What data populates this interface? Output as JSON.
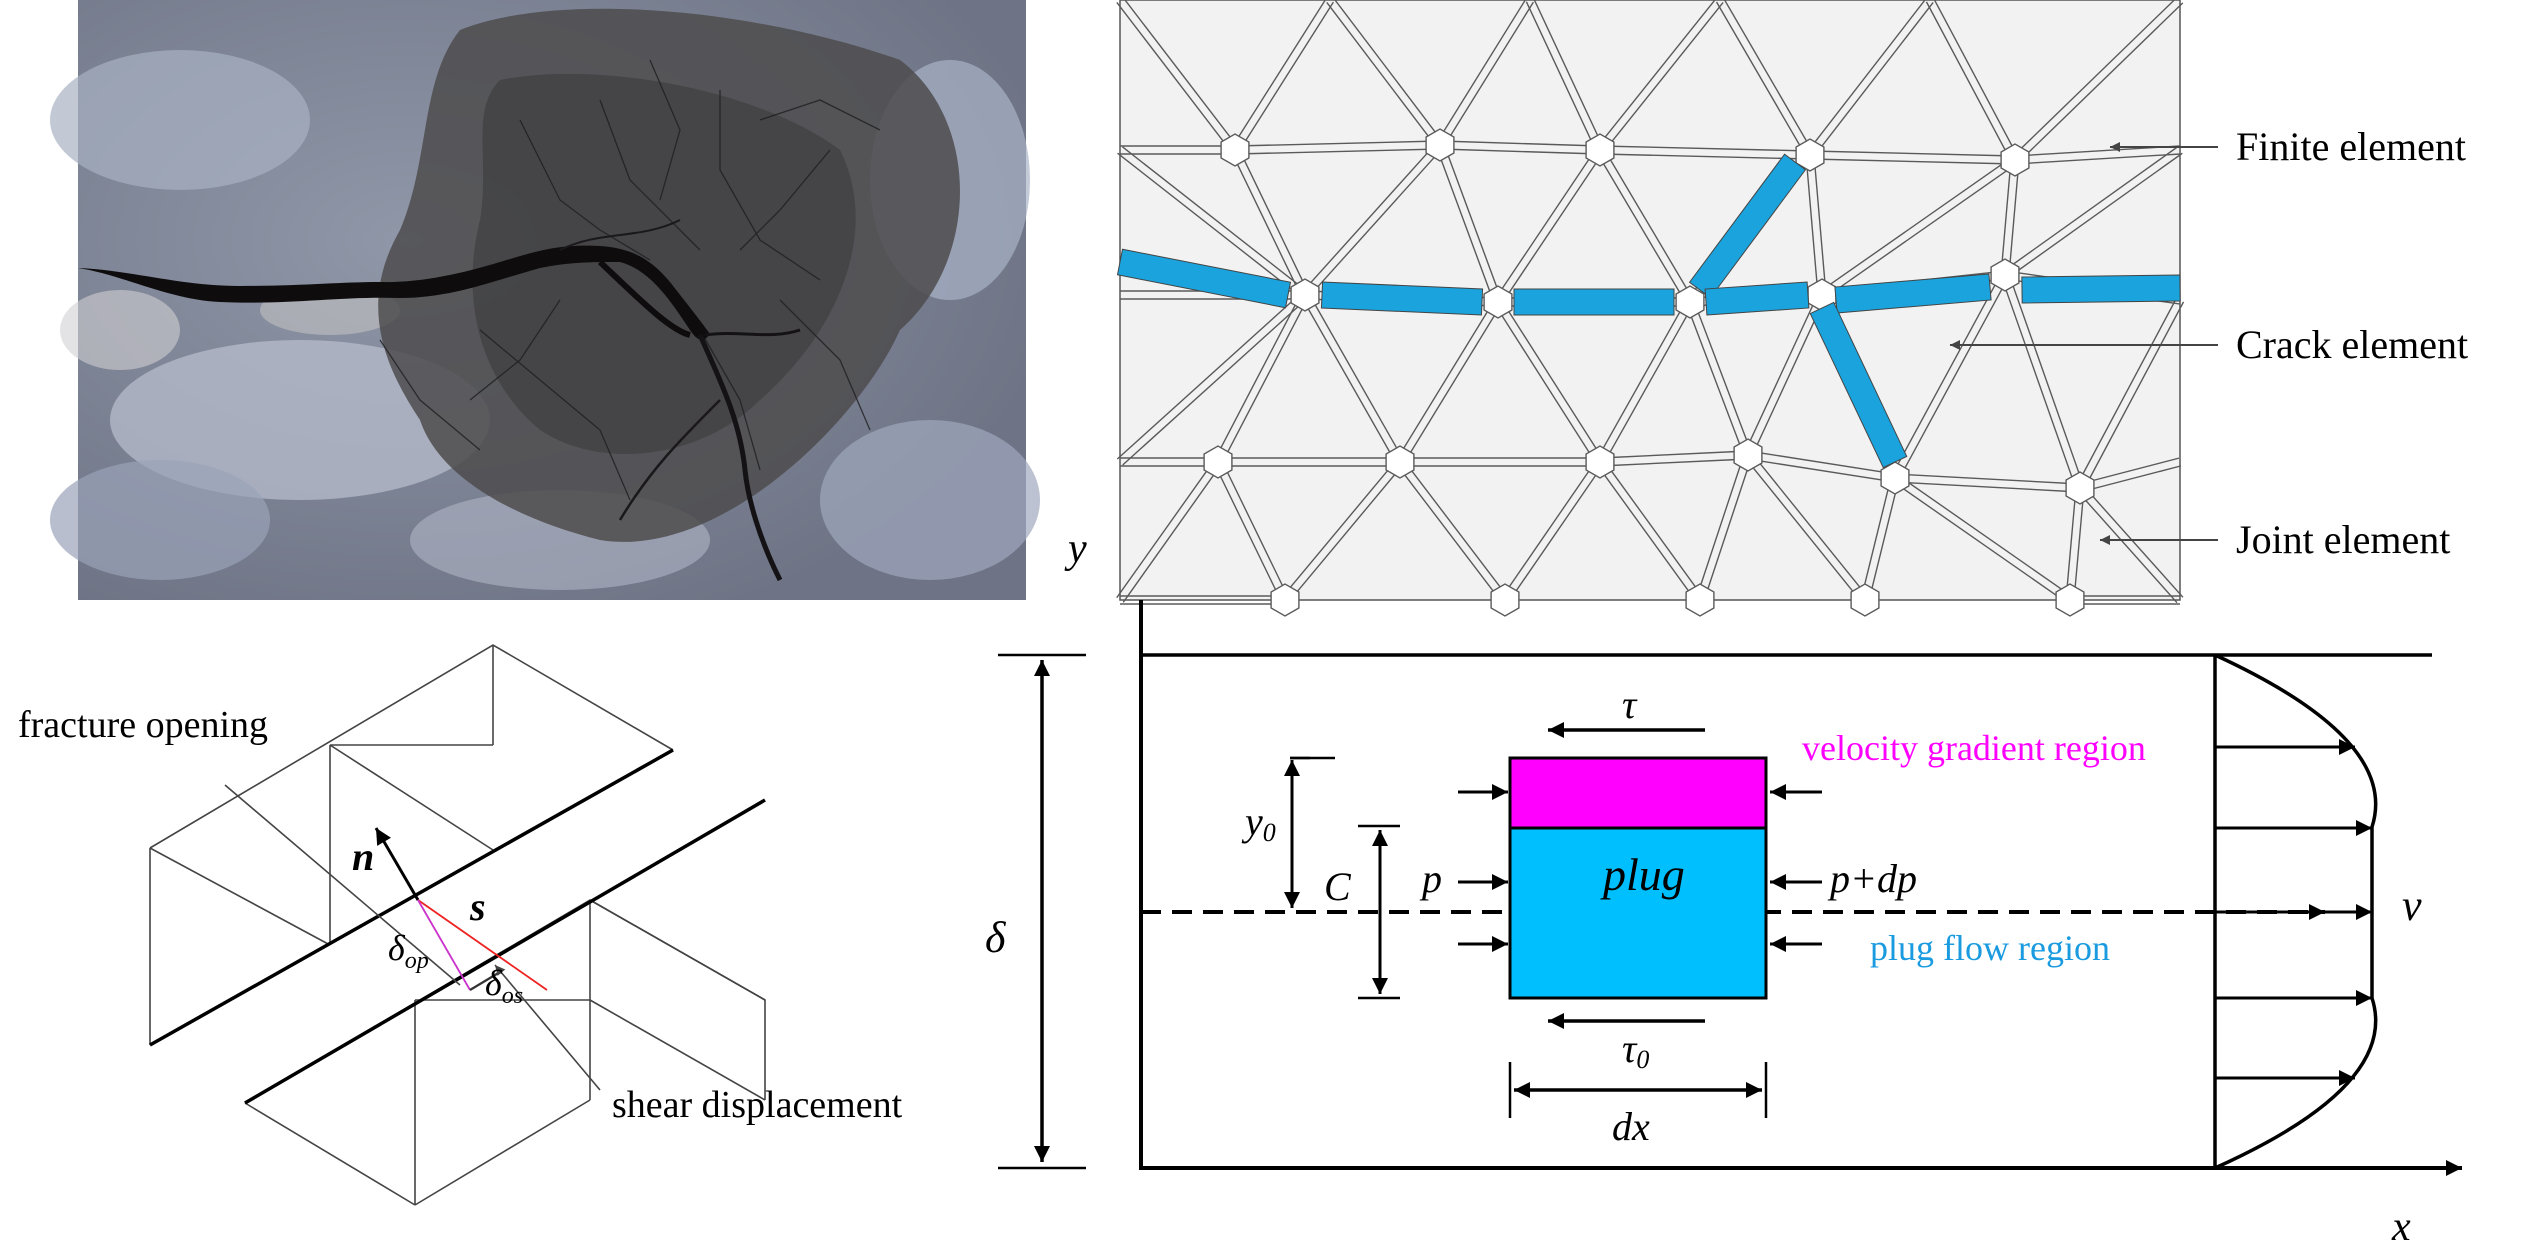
{
  "panel_mesh": {
    "labels": {
      "finite": "Finite element",
      "crack": "Crack element",
      "joint": "Joint element"
    },
    "colors": {
      "crack": "#1aa3dd",
      "element_fill": "#efefef",
      "element_edge": "#555555"
    }
  },
  "panel_fracture": {
    "labels": {
      "opening": "fracture opening",
      "shear": "shear displacement",
      "normal": "n",
      "shear_vec": "s",
      "delta": "δ",
      "op": "op",
      "os": "os"
    },
    "colors": {
      "opening_line": "#cc33cc",
      "shear_line": "#ee2222"
    }
  },
  "panel_flow": {
    "labels": {
      "y_axis": "y",
      "x_axis": "x",
      "delta": "δ",
      "tau": "τ",
      "tau0": "τ",
      "tau0_sub": "0",
      "y0": "y",
      "y0_sub": "0",
      "C": "C",
      "p": "p",
      "pdp": "p+dp",
      "plug": "plug",
      "dx": "dx",
      "v": "v",
      "velocity_region": "velocity gradient region",
      "plug_region": "plug flow region"
    },
    "colors": {
      "gradient": "#ff00ff",
      "plug": "#00bfff"
    }
  }
}
